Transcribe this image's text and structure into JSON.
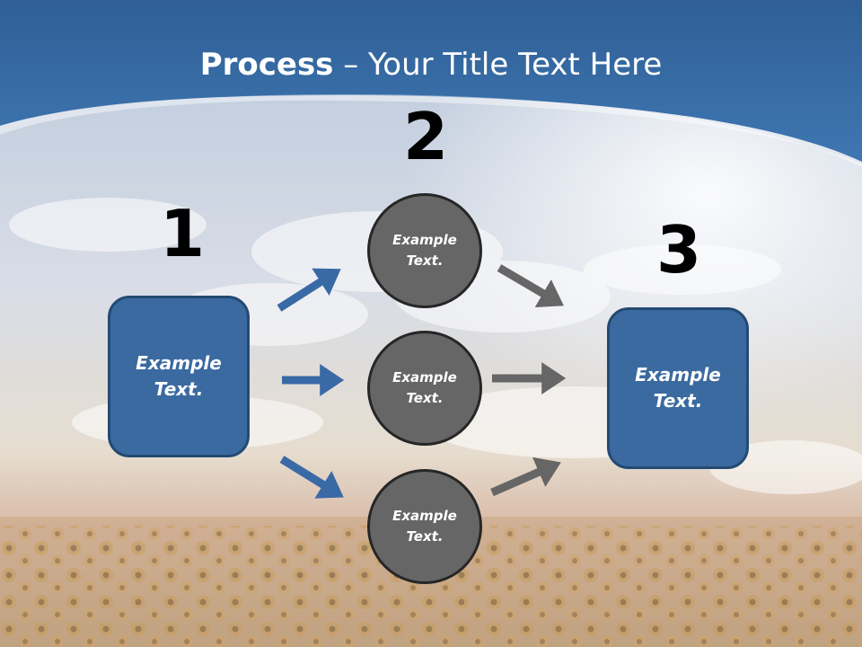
{
  "title": {
    "bold": "Process",
    "rest": " – Your Title Text Here"
  },
  "step_numbers": [
    "1",
    "2",
    "3"
  ],
  "boxes": [
    {
      "text": "Example Text."
    },
    {
      "text": "Example Text."
    }
  ],
  "circles": [
    {
      "text": "Example Text."
    },
    {
      "text": "Example Text."
    },
    {
      "text": "Example Text."
    }
  ],
  "colors": {
    "header_blue": "#3a6ea8",
    "box_fill": "#3b6aa0",
    "circle_fill": "#666666",
    "blue_arrow": "#3a6aa6",
    "gray_arrow": "#666666"
  }
}
